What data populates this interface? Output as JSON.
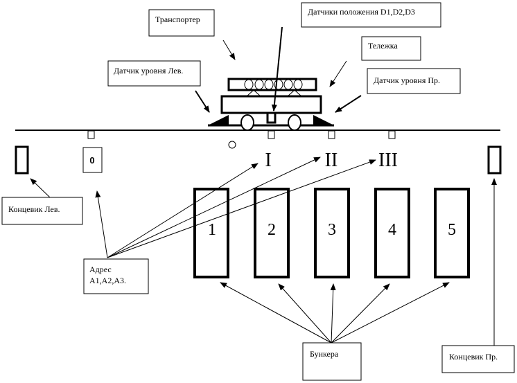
{
  "labels": {
    "transporter": "Транспортер",
    "position_sensors": "Датчики положения  D1,D2,D3",
    "cart": "Тележка",
    "level_sensor_left": "Датчик уровня Лев.",
    "level_sensor_right": "Датчик уровня Пр.",
    "limit_switch_left": "Концевик Лев.",
    "limit_switch_right": "Концевик Пр.",
    "address_line1": "Адрес",
    "address_line2": "А1,А2,А3.",
    "bunkers": "Бункера"
  },
  "position_marks": {
    "zero": "0",
    "one": "I",
    "two": "II",
    "three": "III"
  },
  "bunker_numbers": [
    "1",
    "2",
    "3",
    "4",
    "5"
  ]
}
